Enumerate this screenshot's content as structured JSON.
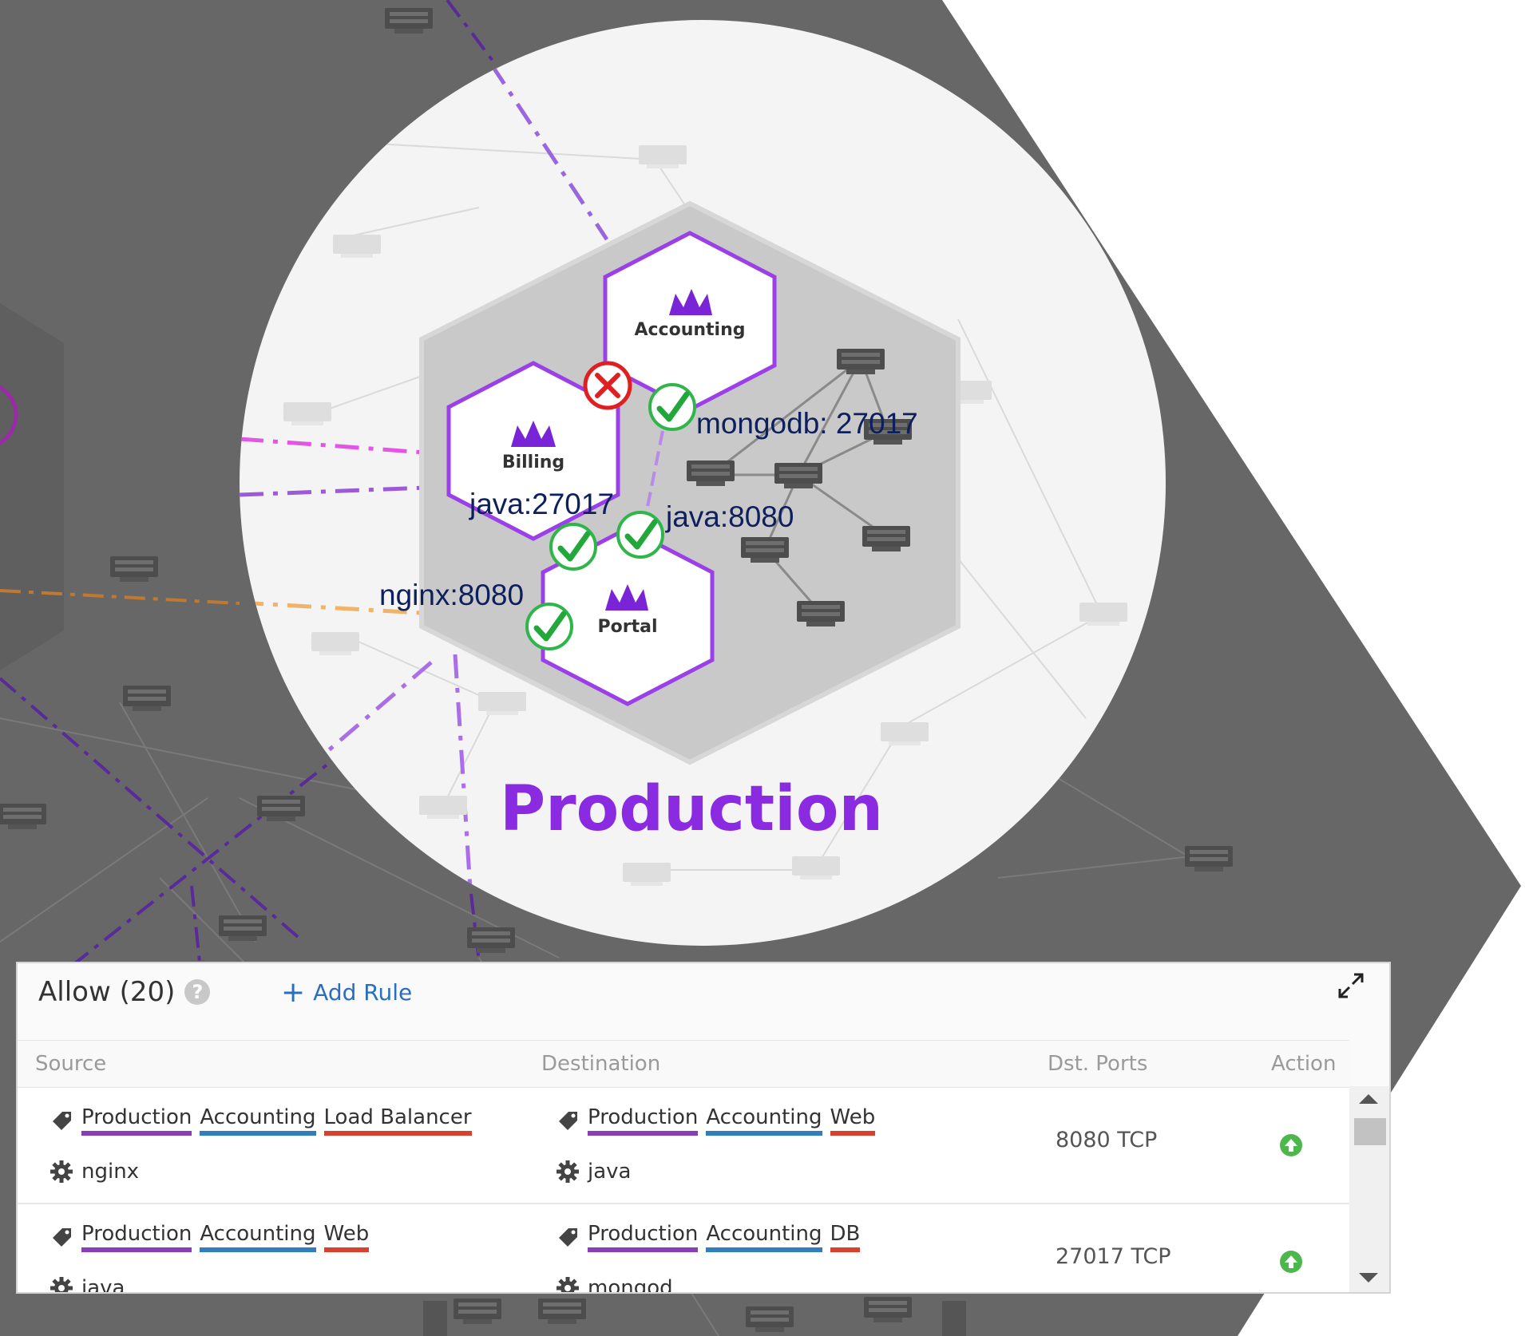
{
  "map": {
    "zone_label": "Production",
    "groups": [
      "Accounting",
      "Billing",
      "Portal"
    ],
    "flows": [
      {
        "label": "mongodb: 27017",
        "status": "allowed"
      },
      {
        "label": "java:27017",
        "status": "allowed"
      },
      {
        "label": "java:8080",
        "status": "allowed"
      },
      {
        "label": "nginx:8080",
        "status": "allowed"
      },
      {
        "label": "",
        "status": "blocked"
      }
    ]
  },
  "panel": {
    "title": "Allow (20)",
    "add_rule": "Add Rule",
    "columns": {
      "source": "Source",
      "destination": "Destination",
      "ports": "Dst. Ports",
      "action": "Action"
    },
    "rules": [
      {
        "source_labels": [
          "Production",
          "Accounting",
          "Load Balancer"
        ],
        "source_service": "nginx",
        "destination_labels": [
          "Production",
          "Accounting",
          "Web"
        ],
        "destination_service": "java",
        "ports": "8080 TCP"
      },
      {
        "source_labels": [
          "Production",
          "Accounting",
          "Web"
        ],
        "source_service": "java",
        "destination_labels": [
          "Production",
          "Accounting",
          "DB"
        ],
        "destination_service": "mongod",
        "ports": "27017 TCP"
      }
    ]
  },
  "colors": {
    "zone_purple": "#8a2be2",
    "env_label": "#8a3db8",
    "app_label": "#2f7fc0",
    "role_label": "#d9412e",
    "allowed": "#2fb54a",
    "blocked": "#e02020",
    "flow_text": "#0d1f5c",
    "link": "#2a6ebd"
  }
}
